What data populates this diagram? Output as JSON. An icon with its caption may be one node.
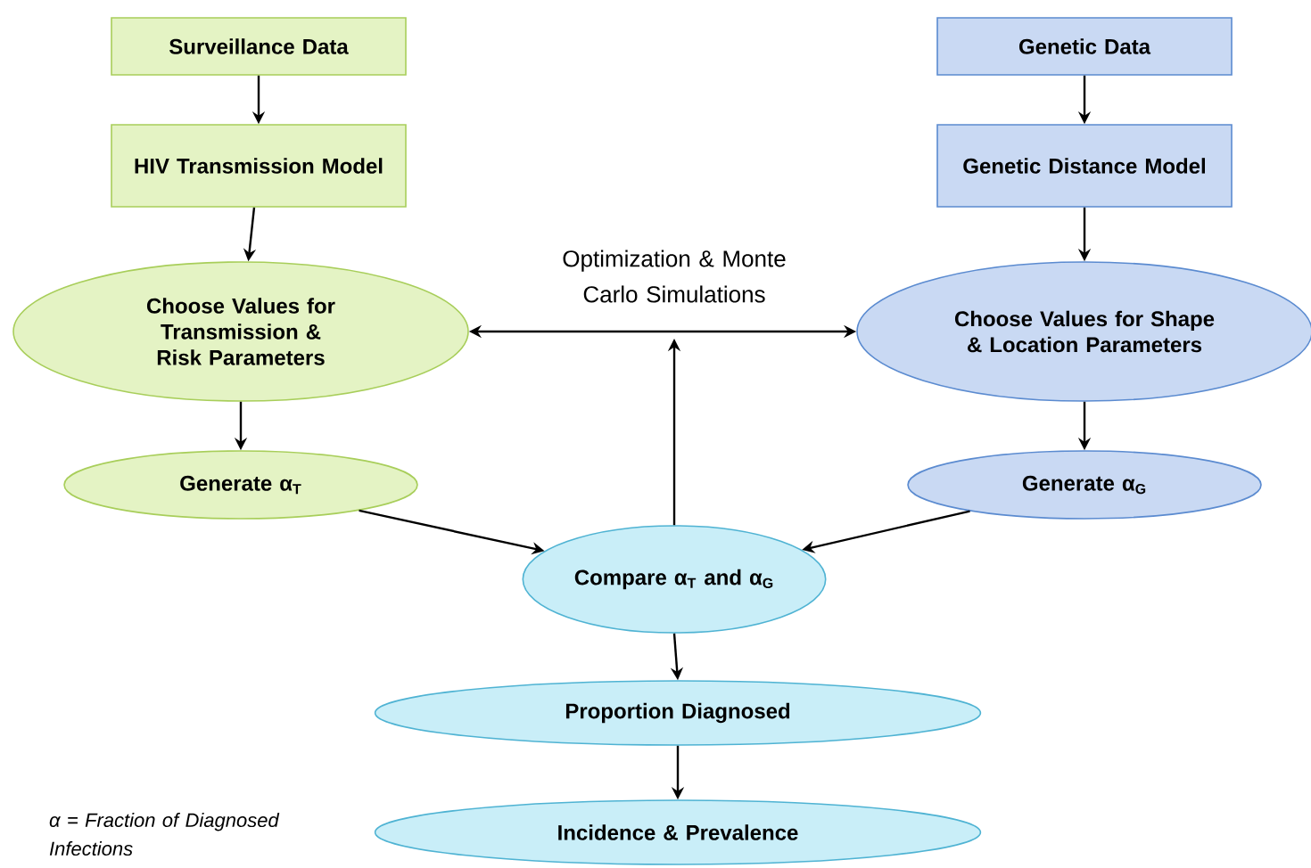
{
  "diagram": {
    "nodes": [
      {
        "text": [
          "Surveillance Data"
        ]
      },
      {
        "text": [
          "HIV Transmission Model"
        ]
      },
      {
        "text": [
          "Choose Values for Transmission & Risk Parameters"
        ]
      },
      {
        "text": [
          "Generate α$_{T}$"
        ]
      },
      {
        "text": [
          "Genetic Data"
        ]
      },
      {
        "text": [
          "Genetic Distance Model"
        ]
      },
      {
        "text": [
          "Choose Values for Shape & Location Parameters"
        ]
      },
      {
        "text": [
          "Generate α$_{G}$"
        ]
      },
      {
        "text": [
          "Compare α$_{T}$ and α$_{G}$"
        ]
      },
      {
        "text": [
          "Proportion Diagnosed"
        ]
      },
      {
        "text": [
          "Incidence & Prevalence"
        ]
      }
    ],
    "edges": [
      {
        "from": 0,
        "to": 1,
        "arrow": "to"
      },
      {
        "from": 1,
        "to": 2,
        "arrow": "to"
      },
      {
        "from": 2,
        "to": 3,
        "arrow": "to"
      },
      {
        "from": 4,
        "to": 5,
        "arrow": "to"
      },
      {
        "from": 5,
        "to": 6,
        "arrow": "to"
      },
      {
        "from": 6,
        "to": 7,
        "arrow": "to"
      },
      {
        "from": 3,
        "to": 8,
        "arrow": "to"
      },
      {
        "from": 7,
        "to": 8,
        "arrow": "to"
      },
      {
        "from": 2,
        "to": 6,
        "arrow": "both"
      },
      {
        "from": 8,
        "to": null,
        "arrow": "to"
      },
      {
        "from": 8,
        "to": 9,
        "arrow": "to"
      },
      {
        "from": 9,
        "to": 10,
        "arrow": "to"
      }
    ],
    "labels": [
      "Optimization & Monte Carlo Simulations",
      "α = Fraction of Diagnosed Infections"
    ]
  }
}
